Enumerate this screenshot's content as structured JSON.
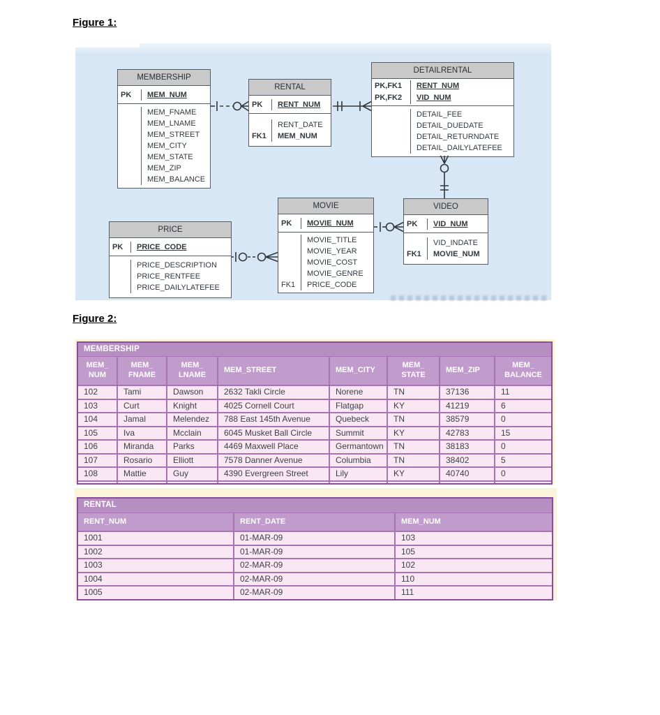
{
  "page": {
    "figure1_label": "Figure 1:",
    "figure2_label": "Figure 2:"
  },
  "colors": {
    "panel_blue": "#d7e7f6",
    "entity_header_gray": "#c9c9c9",
    "table_title_purple": "#b68ec2",
    "table_header_purple": "#c09bcb",
    "table_border_purple": "#8d4d9e",
    "row_pink": "#f9e7f3",
    "page_cream": "#fcf4d9"
  },
  "er": {
    "membership": {
      "name": "MEMBERSHIP",
      "pk_key": "PK",
      "pk_field": "MEM_NUM",
      "attrs": [
        "MEM_FNAME",
        "MEM_LNAME",
        "MEM_STREET",
        "MEM_CITY",
        "MEM_STATE",
        "MEM_ZIP",
        "MEM_BALANCE"
      ]
    },
    "rental": {
      "name": "RENTAL",
      "pk_key": "PK",
      "pk_field": "RENT_NUM",
      "attr1": "RENT_DATE",
      "fk1_key": "FK1",
      "fk1_field": "MEM_NUM"
    },
    "detailrental": {
      "name": "DETAILRENTAL",
      "pk1_key": "PK,FK1",
      "pk1_field": "RENT_NUM",
      "pk2_key": "PK,FK2",
      "pk2_field": "VID_NUM",
      "attrs": [
        "DETAIL_FEE",
        "DETAIL_DUEDATE",
        "DETAIL_RETURNDATE",
        "DETAIL_DAILYLATEFEE"
      ]
    },
    "price": {
      "name": "PRICE",
      "pk_key": "PK",
      "pk_field": "PRICE_CODE",
      "attrs": [
        "PRICE_DESCRIPTION",
        "PRICE_RENTFEE",
        "PRICE_DAILYLATEFEE"
      ]
    },
    "movie": {
      "name": "MOVIE",
      "pk_key": "PK",
      "pk_field": "MOVIE_NUM",
      "attrs": [
        "MOVIE_TITLE",
        "MOVIE_YEAR",
        "MOVIE_COST",
        "MOVIE_GENRE"
      ],
      "fk1_key": "FK1",
      "fk1_field": "PRICE_CODE"
    },
    "video": {
      "name": "VIDEO",
      "pk_key": "PK",
      "pk_field": "VID_NUM",
      "attr1": "VID_INDATE",
      "fk1_key": "FK1",
      "fk1_field": "MOVIE_NUM"
    }
  },
  "tables": {
    "membership": {
      "title": "MEMBERSHIP",
      "headers": [
        "MEM_\nNUM",
        "MEM_\nFNAME",
        "MEM_\nLNAME",
        "MEM_STREET",
        "MEM_CITY",
        "MEM_\nSTATE",
        "MEM_ZIP",
        "MEM_\nBALANCE"
      ],
      "rows": [
        [
          "102",
          "Tami",
          "Dawson",
          "2632 Takli Circle",
          "Norene",
          "TN",
          "37136",
          "11"
        ],
        [
          "103",
          "Curt",
          "Knight",
          "4025 Cornell Court",
          "Flatgap",
          "KY",
          "41219",
          "6"
        ],
        [
          "104",
          "Jamal",
          "Melendez",
          "788 East 145th Avenue",
          "Quebeck",
          "TN",
          "38579",
          "0"
        ],
        [
          "105",
          "Iva",
          "Mcclain",
          "6045 Musket Ball Circle",
          "Summit",
          "KY",
          "42783",
          "15"
        ],
        [
          "106",
          "Miranda",
          "Parks",
          "4469 Maxwell Place",
          "Germantown",
          "TN",
          "38183",
          "0"
        ],
        [
          "107",
          "Rosario",
          "Elliott",
          "7578 Danner Avenue",
          "Columbia",
          "TN",
          "38402",
          "5"
        ],
        [
          "108",
          "Mattie",
          "Guy",
          "4390 Evergreen Street",
          "Lily",
          "KY",
          "40740",
          "0"
        ]
      ]
    },
    "rental": {
      "title": "RENTAL",
      "headers": [
        "RENT_NUM",
        "RENT_DATE",
        "MEM_NUM"
      ],
      "rows": [
        [
          "1001",
          "01-MAR-09",
          "103"
        ],
        [
          "1002",
          "01-MAR-09",
          "105"
        ],
        [
          "1003",
          "02-MAR-09",
          "102"
        ],
        [
          "1004",
          "02-MAR-09",
          "110"
        ],
        [
          "1005",
          "02-MAR-09",
          "111"
        ]
      ]
    }
  }
}
